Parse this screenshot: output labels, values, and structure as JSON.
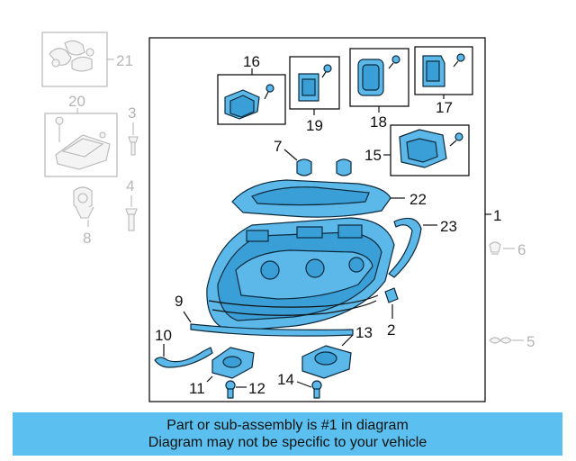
{
  "callouts": {
    "c1": "1",
    "c2": "2",
    "c3": "3",
    "c4": "4",
    "c5": "5",
    "c6": "6",
    "c7": "7",
    "c8": "8",
    "c9": "9",
    "c10": "10",
    "c11": "11",
    "c12": "12",
    "c13": "13",
    "c14": "14",
    "c15": "15",
    "c16": "16",
    "c17": "17",
    "c18": "18",
    "c19": "19",
    "c20": "20",
    "c21": "21",
    "c22": "22",
    "c23": "23"
  },
  "caption": {
    "line1": "Part or sub-assembly is #1 in diagram",
    "line2": "Diagram may not be specific to your vehicle"
  },
  "colors": {
    "highlight": "#5bb8e8",
    "caption_bg": "#5bc0f0",
    "faded": "#b8b8b8"
  }
}
